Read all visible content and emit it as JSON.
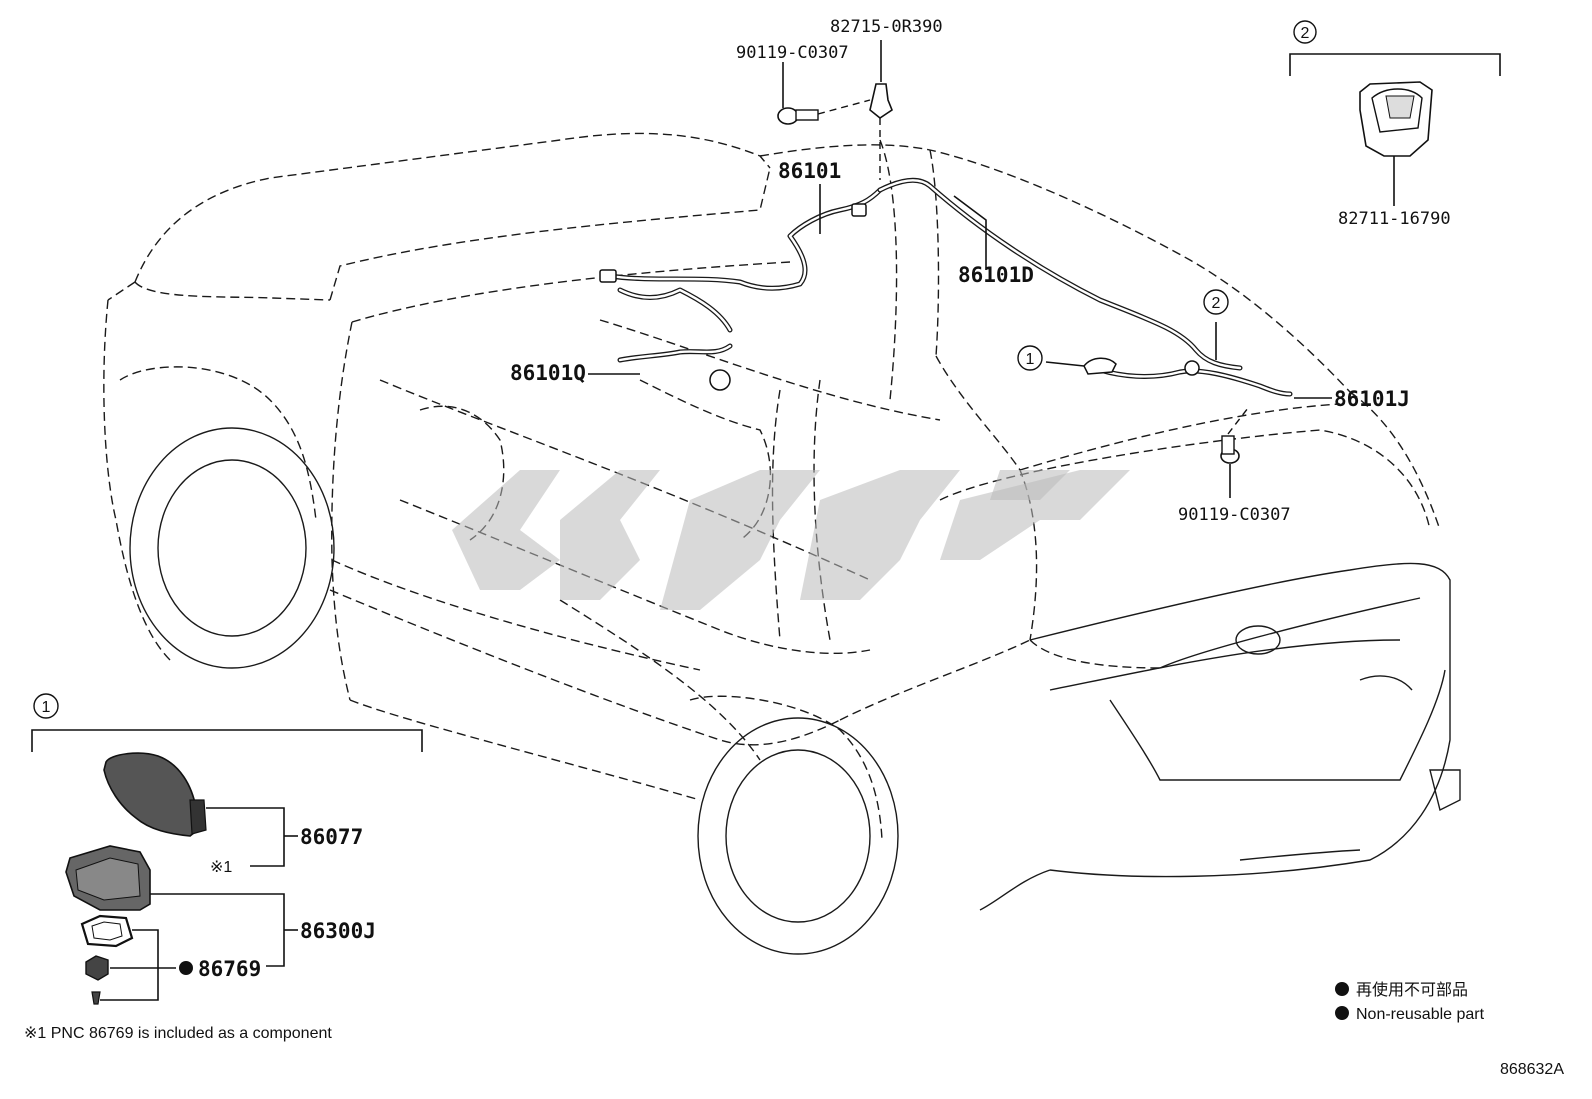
{
  "parts": {
    "bolt_top": "90119-C0307",
    "clamp_top": "82715-0R390",
    "harness_main": "86101",
    "harness_d": "86101D",
    "harness_q": "86101Q",
    "harness_j": "86101J",
    "bolt_rear": "90119-C0307",
    "clamp_detail": "82711-16790",
    "antenna_cover": "86077",
    "antenna_assy": "86300J",
    "gasket": "86769"
  },
  "callouts": {
    "one": "1",
    "two": "2"
  },
  "notes": {
    "ref_mark": "※1",
    "footnote": "※1 PNC 86769 is included as a component",
    "legend_jp": "再使用不可部品",
    "legend_en": "Non-reusable part",
    "figure_code": "868632A"
  }
}
